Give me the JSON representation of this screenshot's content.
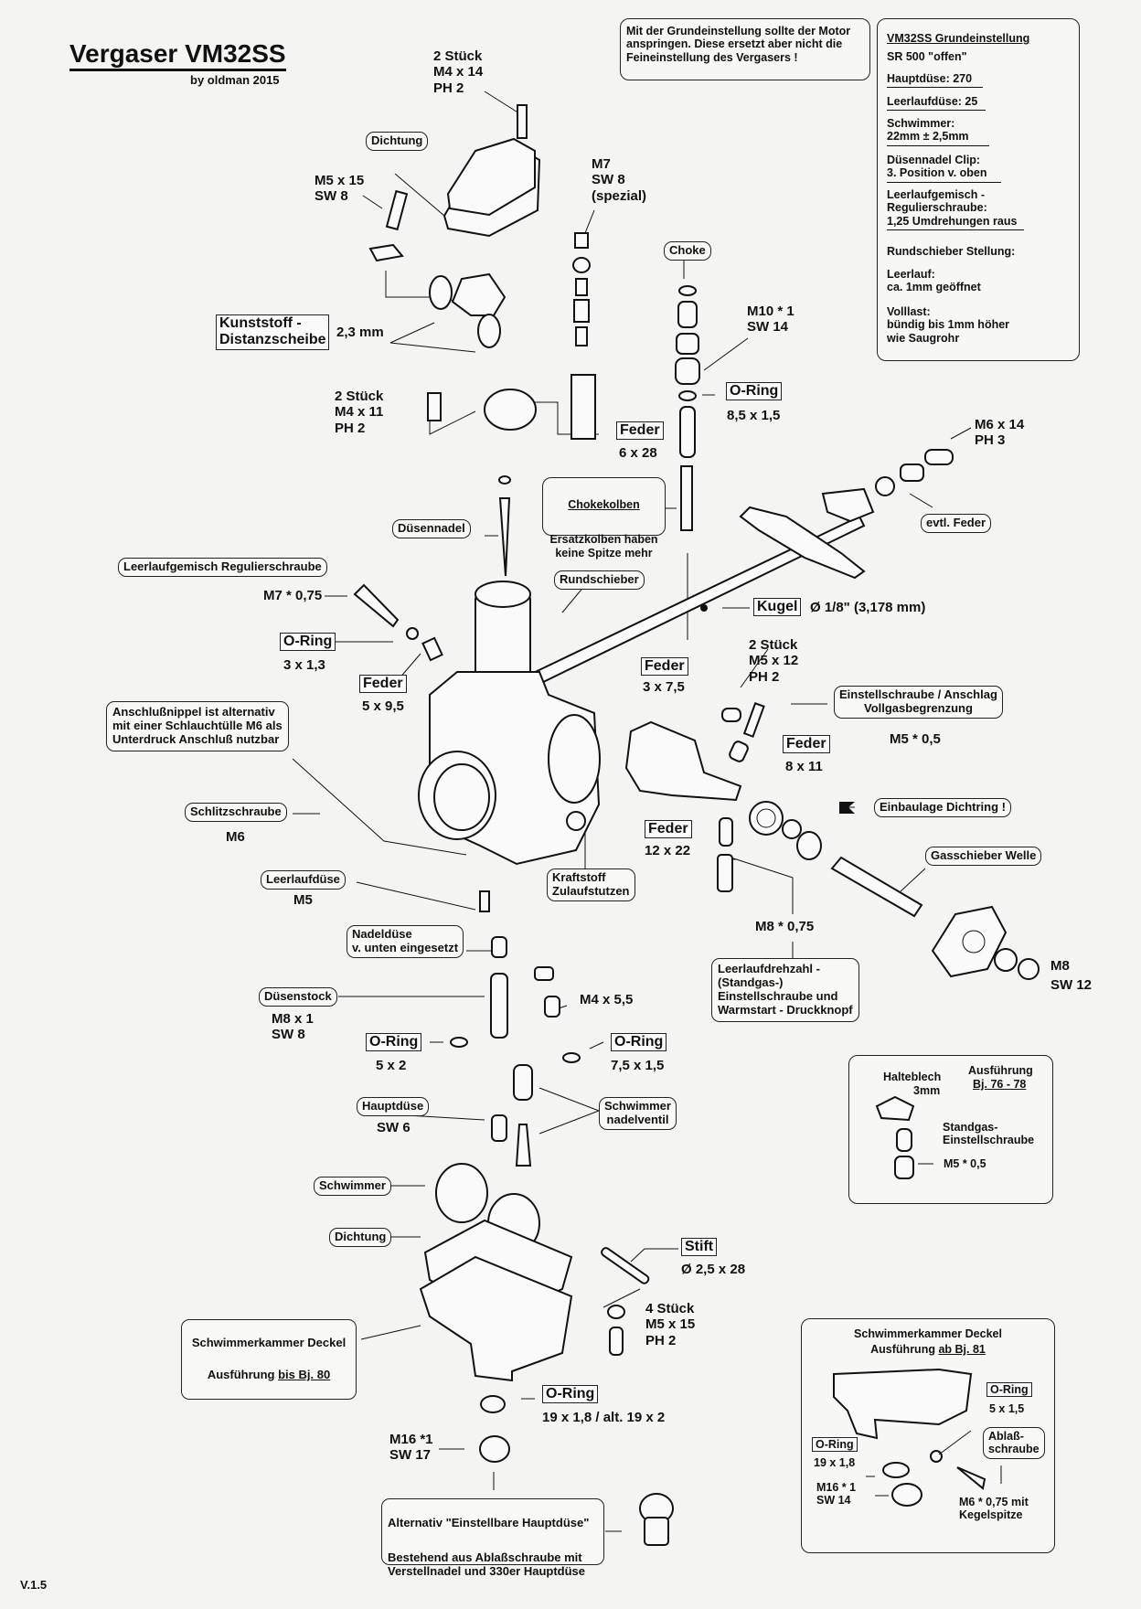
{
  "header": {
    "title": "Vergaser VM32SS",
    "author": "by oldman 2015",
    "version": "V.1.5"
  },
  "note": "Mit der Grundeinstellung sollte der Motor\nanspringen. Diese ersetzt aber nicht die\nFeineinstellung des Vergasers !",
  "settings": {
    "title": "VM32SS Grundeinstellung",
    "model": "SR 500  \"offen\"",
    "main_jet": "Hauptdüse: 270",
    "pilot_jet": "Leerlaufdüse: 25",
    "float": "Schwimmer:\n22mm ± 2,5mm",
    "needle_clip": "Düsennadel Clip:\n 3. Position v. oben",
    "mixture_screw": "Leerlaufgemisch -\nRegulierschraube:\n1,25 Umdrehungen raus",
    "slide_position": "Rundschieber Stellung:",
    "idle": "Leerlauf:\nca. 1mm geöffnet",
    "full_load": "Volllast:\nbündig bis 1mm höher\nwie Saugrohr"
  },
  "callouts": {
    "top_screw": "2 Stück\nM4 x 14\nPH 2",
    "top_gasket": "Dichtung",
    "m5x15": "M5 x 15\nSW 8",
    "m7_special": "M7\nSW 8\n(spezial)",
    "choke": "Choke",
    "m10": "M10 * 1\nSW 14",
    "spacer": "Kunststoff -\nDistanzscheibe",
    "spacer_size": "2,3 mm",
    "oring_choke": "O-Ring",
    "oring_choke_size": "8,5 x 1,5",
    "plate_screw": "2 Stück\nM4 x 11\nPH 2",
    "spring_choke": "Feder",
    "spring_choke_size": "6 x 28",
    "m6x14": "M6 x 14\nPH 3",
    "choke_plunger_title": "Chokekolben",
    "choke_plunger_text": "Ersatzkolben haben\nkeine Spitze mehr",
    "optional_spring": "evtl. Feder",
    "jet_needle": "Düsennadel",
    "pilot_screw": "Leerlaufgemisch Regulierschraube",
    "pilot_screw_size": "M7 * 0,75",
    "slide": "Rundschieber",
    "ball": "Kugel",
    "ball_size": "Ø 1/8\" (3,178 mm)",
    "oring_pilot": "O-Ring",
    "oring_pilot_size": "3 x 1,3",
    "bracket_screw": "2 Stück\nM5 x 12\nPH 2",
    "spring_ball": "Feder",
    "spring_ball_size": "3 x 7,5",
    "spring_pilot": "Feder",
    "spring_pilot_size": "5 x 9,5",
    "stop_screw": "Einstellschraube / Anschlag\nVollgasbegrenzung",
    "stop_screw_size": "M5 * 0,5",
    "nipple_note": "Anschlußnippel ist alternativ\nmit einer Schlauchtülle M6 als\nUnterdruck Anschluß nutzbar",
    "spring_stop": "Feder",
    "spring_stop_size": "8 x 11",
    "slot_screw": "Schlitzschraube",
    "slot_screw_size": "M6",
    "seal_orientation": "Einbaulage Dichtring !",
    "spring_idle": "Feder",
    "spring_idle_size": "12 x 22",
    "throttle_shaft": "Gasschieber Welle",
    "pilot_jet": "Leerlaufdüse",
    "pilot_jet_size": "M5",
    "fuel_inlet": "Kraftstoff\nZulaufstutzen",
    "m8_075": "M8 * 0,75",
    "needle_jet": "Nadeldüse\nv. unten eingesetzt",
    "idle_screw": "Leerlaufdrehzahl -\n(Standgas-)\nEinstellschraube und\nWarmstart - Druckknopf",
    "m8_sw12": "M8\nSW 12",
    "jet_holder": "Düsenstock",
    "jet_holder_size": "M8 x 1\nSW 8",
    "m4x55": "M4 x 5,5",
    "oring_holder": "O-Ring",
    "oring_holder_size": "5 x 2",
    "oring_valve": "O-Ring",
    "oring_valve_size": "7,5 x 1,5",
    "main_jet": "Hauptdüse",
    "main_jet_size": "SW 6",
    "float_valve": "Schwimmer\nnadelventil",
    "float": "Schwimmer",
    "bowl_gasket": "Dichtung",
    "pin": "Stift",
    "pin_size": "Ø 2,5 x 28",
    "bowl_screws": "4 Stück\nM5 x 15\nPH 2",
    "bowl_old_title": "Schwimmerkammer Deckel",
    "bowl_old_prefix": "Ausführung ",
    "bowl_old_years": "bis Bj. 80",
    "oring_drain": "O-Ring",
    "oring_drain_size": "19 x 1,8 / alt. 19 x 2",
    "drain_plug": "M16 *1\nSW 17",
    "alt_title": "Alternativ  \"Einstellbare Hauptdüse\"",
    "alt_text": "Bestehend aus Ablaßschraube mit\nVerstellnadel und 330er Hauptdüse"
  },
  "inset_76_78": {
    "plate": "Halteblech",
    "plate_size": "3mm",
    "variant": "Ausführung",
    "years": "Bj. 76 - 78",
    "screw": "Standgas-\nEinstellschraube",
    "screw_size": "M5 * 0,5"
  },
  "inset_81": {
    "title": "Schwimmerkammer Deckel",
    "variant_prefix": "Ausführung ",
    "years": "ab Bj. 81",
    "oring_small": "O-Ring",
    "oring_small_size": "5 x 1,5",
    "oring_large": "O-Ring",
    "oring_large_size": "19 x 1,8",
    "plug": "M16 * 1\nSW 14",
    "drain_screw": "Ablaß-\nschraube",
    "drain_screw_size": "M6 * 0,75 mit\nKegelspitze"
  }
}
